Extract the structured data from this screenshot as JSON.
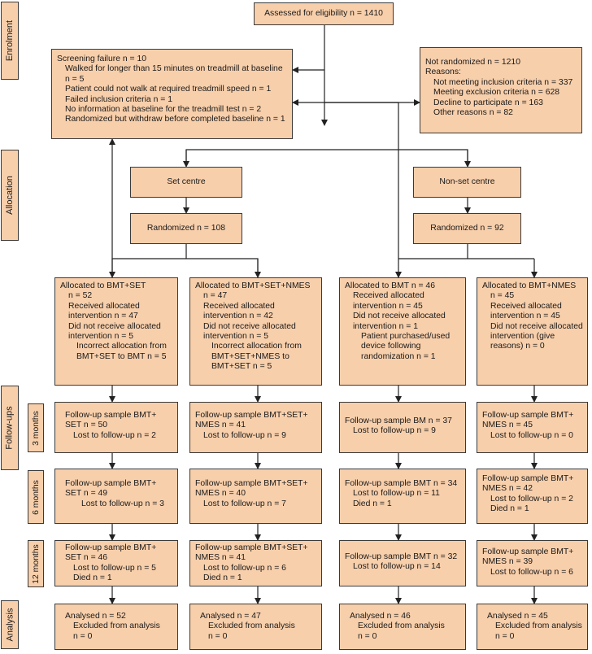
{
  "phases": {
    "enrolment": "Enrolment",
    "allocation": "Allocation",
    "followups": "Follow-ups",
    "analysis": "Analysis"
  },
  "timepoints": [
    "3 months",
    "6 months",
    "12 months"
  ],
  "assessed": "Assessed for eligibility n = 1410",
  "screening": [
    "Screening failure n = 10",
    "Walked for longer than 15 minutes on treadmill at baseline",
    "n = 5",
    "Patient could not walk at required treadmill speed n = 1",
    "Failed inclusion criteria n = 1",
    "No information at baseline for the treadmill test n = 2",
    "Randomized but withdraw before completed baseline n = 1"
  ],
  "not_randomized": [
    "Not randomized n = 1210",
    "Reasons:",
    "Not meeting inclusion criteria n = 337",
    "Meeting exclusion criteria n = 628",
    "Decline to participate n = 163",
    "Other reasons n = 82"
  ],
  "centres": {
    "set": "Set centre",
    "nonset": "Non-set centre",
    "set_randomized": "Randomized n = 108",
    "nonset_randomized": "Randomized n = 92"
  },
  "allocated": [
    [
      "Allocated to BMT+SET",
      "n = 52",
      "Received allocated",
      "intervention n = 47",
      "Did not receive allocated",
      "intervention n = 5",
      "Incorrect allocation from",
      "BMT+SET to BMT n = 5"
    ],
    [
      "Allocated to BMT+SET+NMES",
      "n = 47",
      "Received allocated",
      "intervention n = 42",
      "Did not receive allocated",
      "intervention n = 5",
      "Incorrect allocation from",
      "BMT+SET+NMES to",
      "BMT+SET n = 5"
    ],
    [
      "Allocated to BMT n = 46",
      "Received allocated",
      "intervention n = 45",
      "Did not receive allocated",
      "intervention n = 1",
      "Patient purchased/used",
      "device following",
      "randomization n = 1"
    ],
    [
      "Allocated to BMT+NMES",
      "n = 45",
      "Received allocated",
      "intervention n = 45",
      "Did not receive allocated",
      "intervention (give",
      "reasons) n = 0"
    ]
  ],
  "fu3": [
    [
      "Follow-up sample  BMT+",
      "SET n = 50",
      "Lost to follow-up n = 2"
    ],
    [
      "Follow-up sample BMT+SET+",
      "NMES n = 41",
      "Lost to follow-up n = 9"
    ],
    [
      "Follow-up sample BM n = 37",
      "Lost to follow-up n = 9"
    ],
    [
      "Follow-up sample BMT+",
      "NMES n = 45",
      "Lost to follow-up n = 0"
    ]
  ],
  "fu6": [
    [
      "Follow-up sample BMT+",
      "SET n = 49",
      "Lost to follow-up n = 3"
    ],
    [
      "Follow-up sample BMT+SET+",
      "NMES n = 40",
      "Lost to follow-up n = 7"
    ],
    [
      "Follow-up sample BMT n = 34",
      "Lost to follow-up n = 11",
      "Died n = 1"
    ],
    [
      "Follow-up sample BMT+",
      "NMES n = 42",
      "Lost to follow-up n = 2",
      "Died n = 1"
    ]
  ],
  "fu12": [
    [
      "Follow-up sample BMT+",
      "SET n = 46",
      "Lost to follow-up n = 5",
      "Died n = 1"
    ],
    [
      "Follow-up sample BMT+SET+",
      "NMES n = 41",
      "Lost to follow-up n = 6",
      "Died n = 1"
    ],
    [
      "Follow-up sample BMT n = 32",
      "Lost to follow-up n = 14"
    ],
    [
      "Follow-up sample BMT+",
      "NMES n = 39",
      "Lost to follow-up n = 6"
    ]
  ],
  "analysed": [
    [
      "Analysed n = 52",
      "Excluded from analysis",
      "n = 0"
    ],
    [
      "Analysed n = 47",
      "Excluded from analysis",
      "n = 0"
    ],
    [
      "Analysed n = 46",
      "Excluded from analysis",
      "n = 0"
    ],
    [
      "Analysed n = 45",
      "Excluded from analysis",
      "n = 0"
    ]
  ]
}
